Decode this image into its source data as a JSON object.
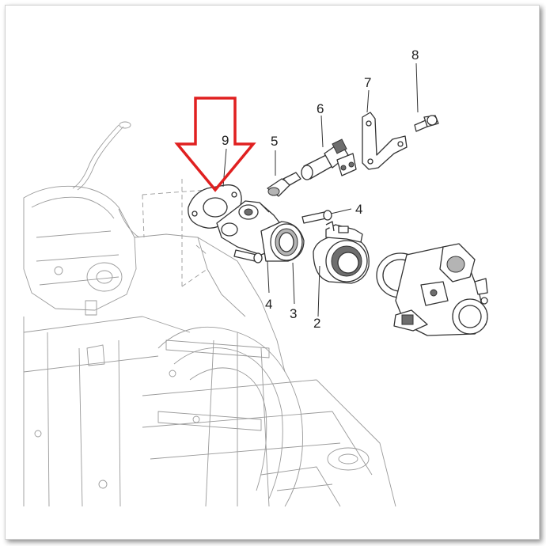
{
  "callouts": {
    "c1": "8",
    "c2": "7",
    "c3": "6",
    "c4": "9",
    "c5": "5",
    "c6": "4",
    "c7": "4",
    "c8": "3",
    "c9": "2"
  },
  "colors": {
    "arrow": "#e02020",
    "line": "#333333"
  },
  "arrow_target": "9"
}
